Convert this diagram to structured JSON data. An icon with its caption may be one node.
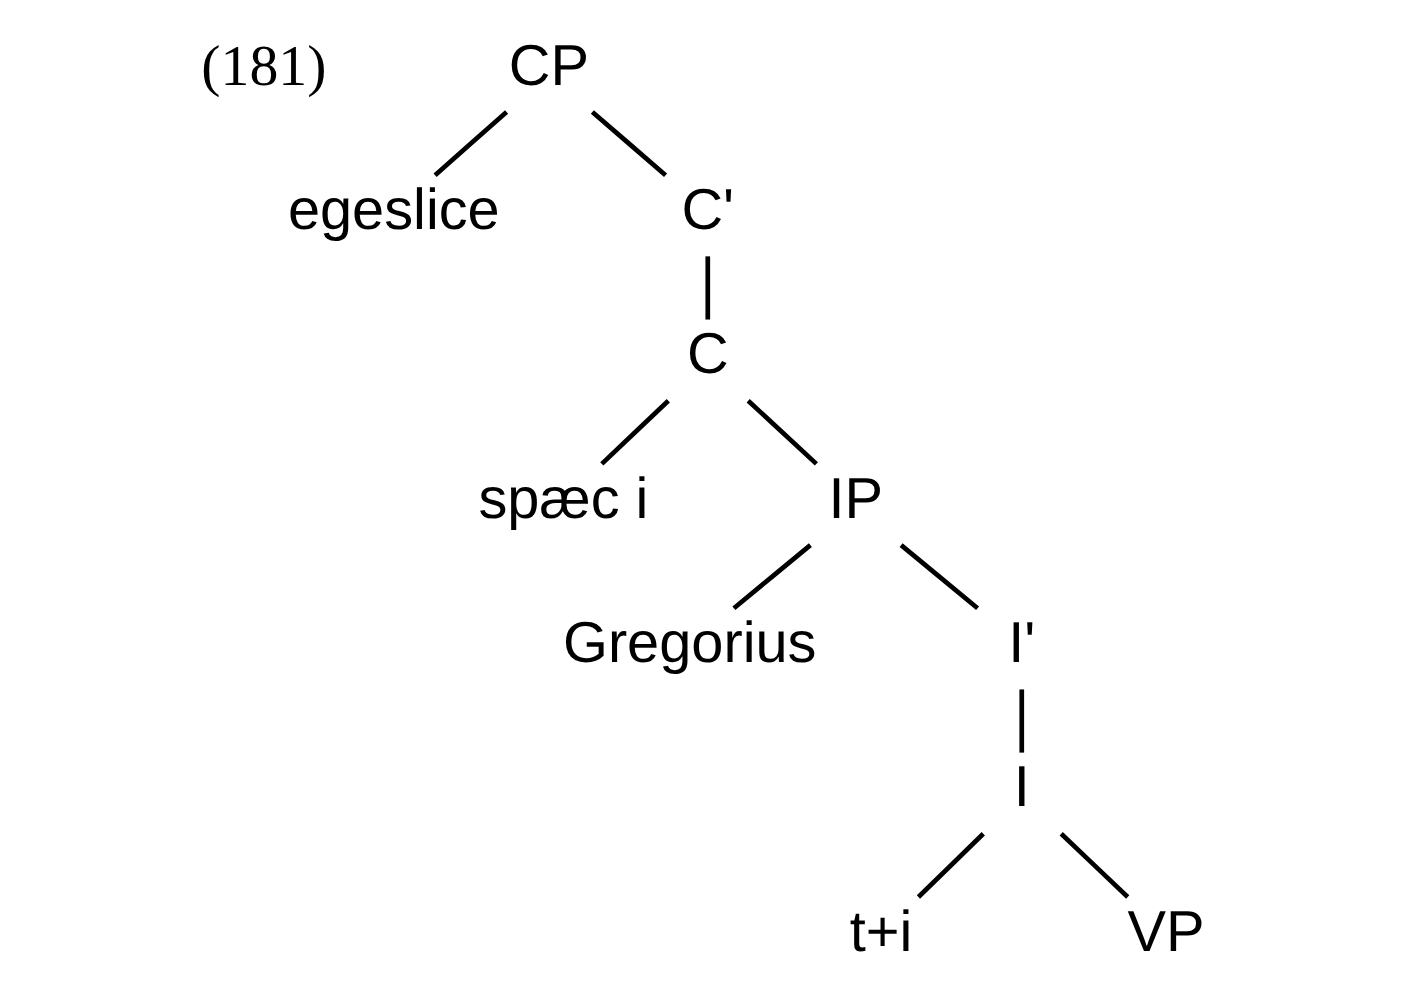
{
  "diagram": {
    "nodes": [
      {
        "text": [
          "CP"
        ]
      },
      {
        "text": [
          "egeslice"
        ]
      },
      {
        "text": [
          "C'"
        ]
      },
      {
        "text": [
          "C"
        ]
      },
      {
        "text": [
          "spæc i"
        ]
      },
      {
        "text": [
          "IP"
        ]
      },
      {
        "text": [
          "Gregorius"
        ]
      },
      {
        "text": [
          "I'"
        ]
      },
      {
        "text": [
          "I"
        ]
      },
      {
        "text": [
          "t+i"
        ]
      },
      {
        "text": [
          "VP"
        ]
      }
    ],
    "edges": [
      {
        "from": 0,
        "to": 1,
        "arrow": "none"
      },
      {
        "from": 0,
        "to": 2,
        "arrow": "none"
      },
      {
        "from": 2,
        "to": 3,
        "arrow": "none"
      },
      {
        "from": 3,
        "to": 4,
        "arrow": "none"
      },
      {
        "from": 3,
        "to": 5,
        "arrow": "none"
      },
      {
        "from": 5,
        "to": 6,
        "arrow": "none"
      },
      {
        "from": 5,
        "to": 7,
        "arrow": "none"
      },
      {
        "from": 7,
        "to": 8,
        "arrow": "none"
      },
      {
        "from": 8,
        "to": 9,
        "arrow": "none"
      },
      {
        "from": 8,
        "to": 10,
        "arrow": "none"
      }
    ],
    "labels": [
      "(181)"
    ]
  }
}
